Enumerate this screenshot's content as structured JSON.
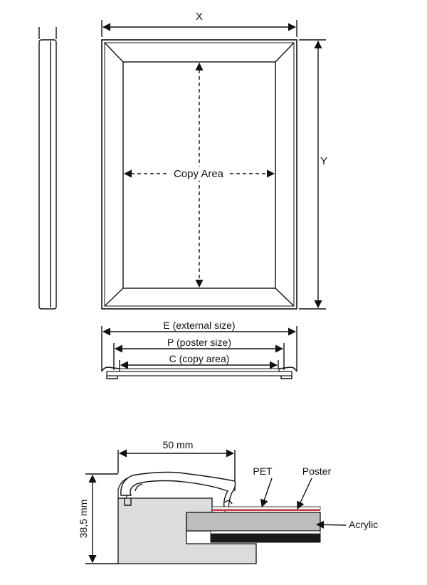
{
  "labels": {
    "x": "X",
    "y": "Y",
    "copy_area": "Copy Area",
    "external_size": "E (external size)",
    "poster_size": "P (poster size)",
    "copy_area_small": "C (copy area)",
    "width_mm": "50 mm",
    "height_mm": "38,5 mm",
    "pet": "PET",
    "poster": "Poster",
    "acrylic": "Acrylic"
  },
  "colors": {
    "line": "#111111",
    "frame_gray": "#dcdcdc",
    "acrylic_gray": "#bdbdbd",
    "backing_black": "#1a1a1a",
    "poster_red": "#e0333a"
  }
}
